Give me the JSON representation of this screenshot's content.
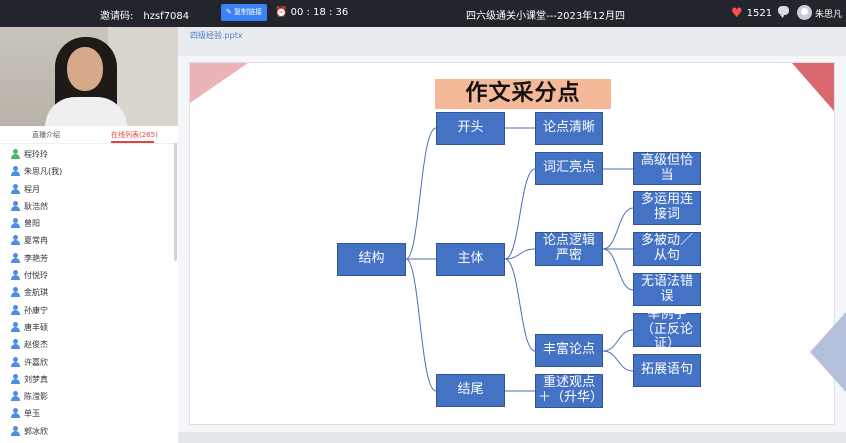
{
  "topbar": {
    "invite_label": "邀请码:",
    "invite_code": "hzsf7084",
    "copy_link_label": "复制链接",
    "timer": "00 : 18 : 36",
    "course_title": "四六级通关小课堂---2023年12月四",
    "like_count": "1521",
    "username": "朱思凡"
  },
  "icons": {
    "copy": "link-icon",
    "timer": "alarm-clock-icon",
    "like": "heart-icon",
    "chat": "chat-bubble-icon",
    "avatar": "user-avatar-icon",
    "list_user": "user-icon"
  },
  "colors": {
    "topbar_bg": "#22252c",
    "accent_blue": "#3b82f6",
    "tab_active": "#e0443e",
    "node_blue": "#4472c4",
    "title_peach": "#f4b998"
  },
  "panel": {
    "tab_intro": "直播介绍",
    "tab_online": "在线列表(265)"
  },
  "users": [
    "程玲玲",
    "朱思凡(我)",
    "程月",
    "耿浩然",
    "曾阳",
    "夏常冉",
    "李艳芳",
    "付悦玲",
    "金航琪",
    "孙康宁",
    "唐丰硕",
    "赵俊杰",
    "许嘉欣",
    "刘梦真",
    "陈滢影",
    "单玉",
    "郭冰欣"
  ],
  "file_tab": "四级经验.pptx",
  "mindmap": {
    "title": "作文采分点",
    "root": "结构",
    "l1": {
      "kaitou": "开头",
      "zhuti": "主体",
      "jiewei": "结尾"
    },
    "l2": {
      "lundian_qingxi": "论点清晰",
      "cihui": "词汇亮点",
      "luoji": "论点逻辑严密",
      "fengfu": "丰富论点",
      "chongshu": "重述观点＋（升华）"
    },
    "l3": {
      "gaoji": "高级但恰当",
      "lianjieci": "多运用连接词",
      "beidong": "多被动／从句",
      "yufa": "无语法错误",
      "juli": "举例子（正反论证）",
      "tuozhan": "拓展语句"
    }
  }
}
